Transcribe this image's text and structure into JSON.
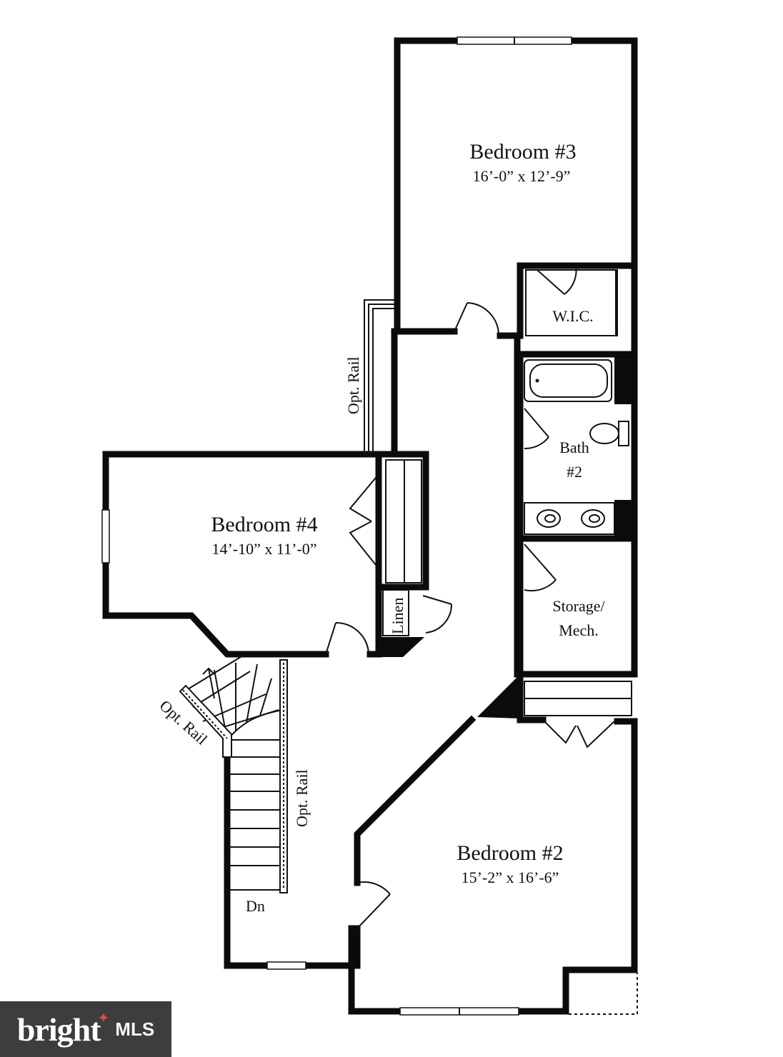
{
  "rooms": {
    "bedroom3": {
      "name": "Bedroom #3",
      "size": "16’-0” x 12’-9”"
    },
    "bedroom4": {
      "name": "Bedroom #4",
      "size": "14’-10” x 11’-0”"
    },
    "bedroom2": {
      "name": "Bedroom #2",
      "size": "15’-2” x 16’-6”"
    },
    "wic": "W.I.C.",
    "bath_line1": "Bath",
    "bath_line2": "#2",
    "storage_line1": "Storage/",
    "storage_line2": "Mech.",
    "linen": "Linen"
  },
  "labels": {
    "opt_rail_upper": "Opt. Rail",
    "opt_rail_stair": "Opt. Rail",
    "opt_rail_lower": "Opt. Rail",
    "stairs_down": "Dn"
  },
  "logo": {
    "brand": "bright",
    "suffix": "MLS"
  }
}
